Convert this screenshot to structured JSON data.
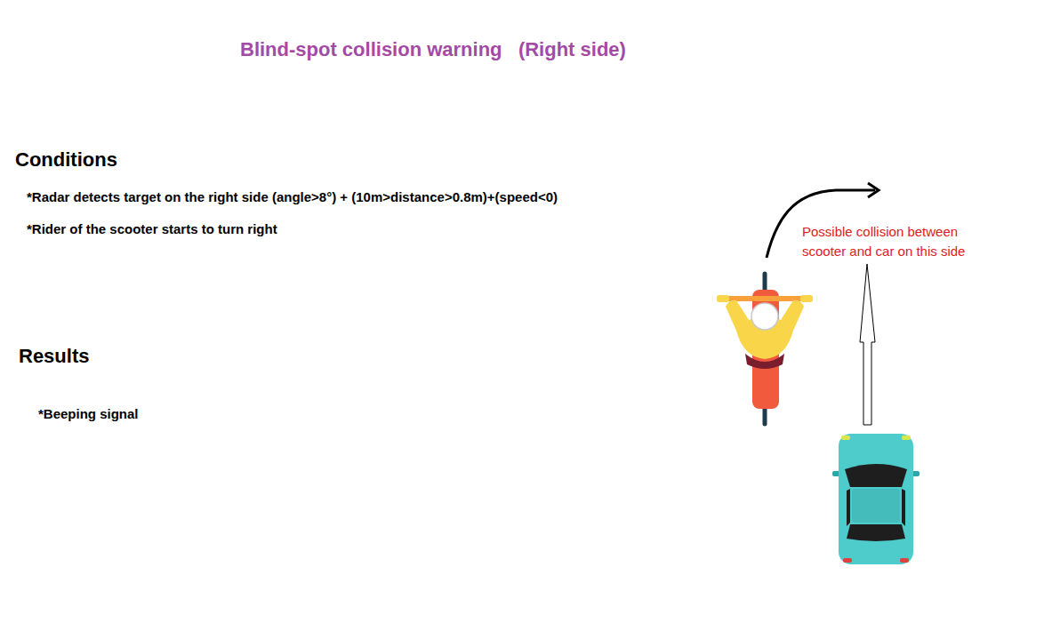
{
  "diagram": {
    "title": "Blind-spot collision warning   (Right side)",
    "labels": [
      "Conditions",
      "*Radar detects target on the right side (angle>8°) + (10m>distance>0.8m)+(speed<0)",
      "*Rider of the scooter starts to turn right",
      "Results",
      "*Beeping signal",
      "Possible collision between scooter and car on this side"
    ]
  }
}
